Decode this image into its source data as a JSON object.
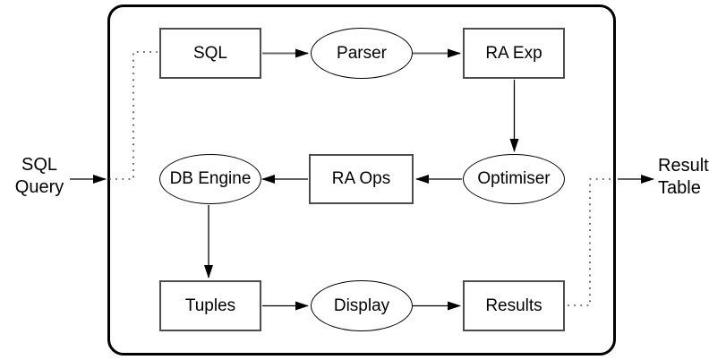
{
  "diagram": {
    "description": "SQL query processing pipeline",
    "nodes": [
      {
        "id": "sql",
        "label": "SQL",
        "shape": "rect"
      },
      {
        "id": "parser",
        "label": "Parser",
        "shape": "ellipse"
      },
      {
        "id": "ra-exp",
        "label": "RA Exp",
        "shape": "rect"
      },
      {
        "id": "db-engine",
        "label": "DB Engine",
        "shape": "ellipse"
      },
      {
        "id": "ra-ops",
        "label": "RA Ops",
        "shape": "rect"
      },
      {
        "id": "optimiser",
        "label": "Optimiser",
        "shape": "ellipse"
      },
      {
        "id": "tuples",
        "label": "Tuples",
        "shape": "rect"
      },
      {
        "id": "display",
        "label": "Display",
        "shape": "ellipse"
      },
      {
        "id": "results",
        "label": "Results",
        "shape": "rect"
      }
    ],
    "external_labels": {
      "input": {
        "line1": "SQL",
        "line2": "Query"
      },
      "output": {
        "line1": "Result",
        "line2": "Table"
      }
    },
    "edges": [
      {
        "from": "sql",
        "to": "parser",
        "style": "solid-arrow"
      },
      {
        "from": "parser",
        "to": "ra-exp",
        "style": "solid-arrow"
      },
      {
        "from": "ra-exp",
        "to": "optimiser",
        "style": "solid-arrow"
      },
      {
        "from": "optimiser",
        "to": "ra-ops",
        "style": "solid-arrow"
      },
      {
        "from": "ra-ops",
        "to": "db-engine",
        "style": "solid-arrow"
      },
      {
        "from": "db-engine",
        "to": "tuples",
        "style": "solid-arrow"
      },
      {
        "from": "tuples",
        "to": "display",
        "style": "solid-arrow"
      },
      {
        "from": "display",
        "to": "results",
        "style": "solid-arrow"
      },
      {
        "from": "sql-query",
        "to": "system-boundary",
        "style": "solid-arrow"
      },
      {
        "from": "system-boundary",
        "to": "sql",
        "style": "dotted"
      },
      {
        "from": "results",
        "to": "system-boundary",
        "style": "dotted"
      },
      {
        "from": "system-boundary",
        "to": "result-table",
        "style": "solid-arrow"
      }
    ],
    "colors": {
      "background": "#ffffff",
      "line": "#000000",
      "box_border": "#4d4d4d",
      "thick_arrow": "#666666",
      "dotted_line": "#444444"
    }
  }
}
